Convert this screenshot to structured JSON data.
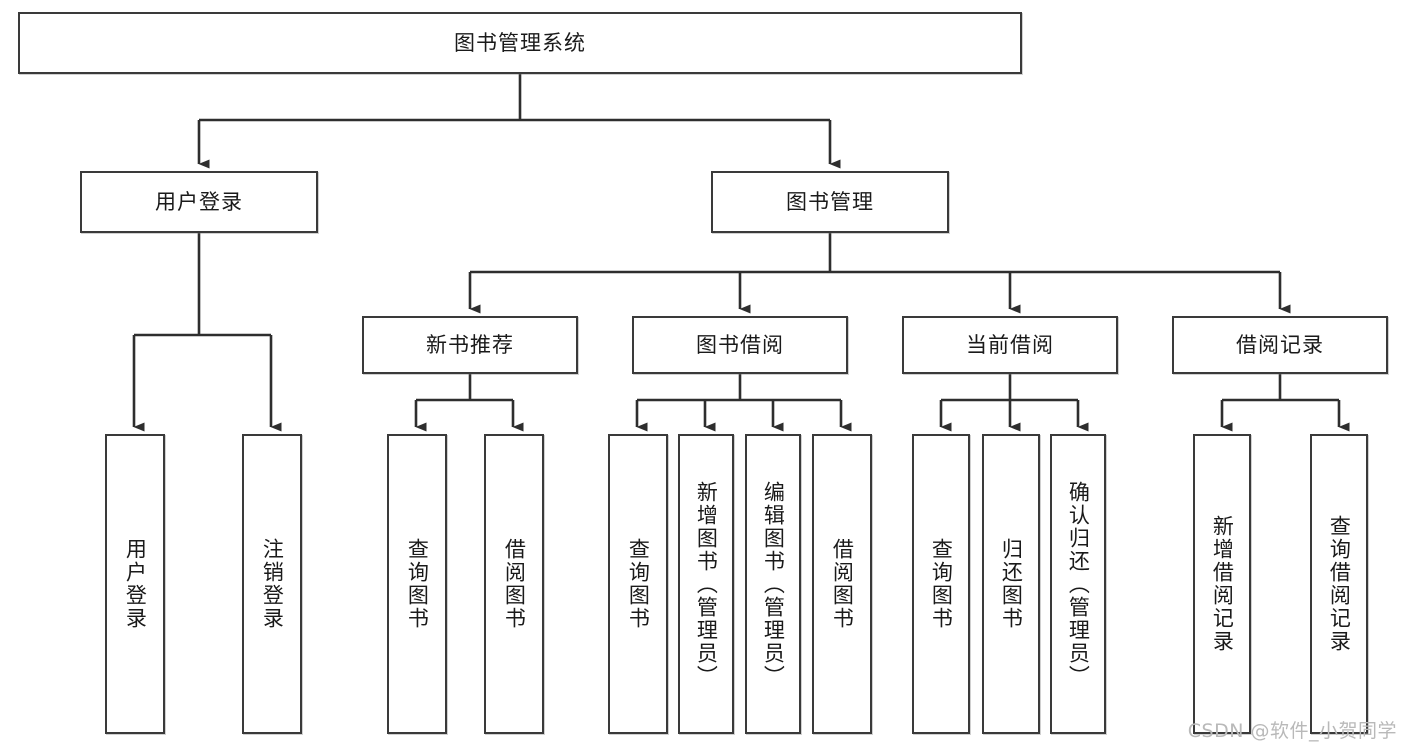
{
  "diagram": {
    "type": "tree-hierarchy",
    "title": "图书管理系统",
    "orientation": "top-down",
    "watermark": "CSDN @软件_小贺同学",
    "colors": {
      "box_border": "#3a3a3a",
      "box_fill": "#ffffff",
      "connector": "#2e2e2e",
      "text": "#1a1a1a",
      "watermark": "#b9b9b9"
    },
    "levels": {
      "root": {
        "label": "图书管理系统"
      },
      "level2": [
        {
          "label": "用户登录"
        },
        {
          "label": "图书管理"
        }
      ],
      "level3": [
        {
          "label": "新书推荐"
        },
        {
          "label": "图书借阅"
        },
        {
          "label": "当前借阅"
        },
        {
          "label": "借阅记录"
        }
      ],
      "leaves": {
        "user_login": [
          {
            "label": "用户登录"
          },
          {
            "label": "注销登录"
          }
        ],
        "new_book_recommend": [
          {
            "label": "查询图书"
          },
          {
            "label": "借阅图书"
          }
        ],
        "book_borrow": [
          {
            "label": "查询图书"
          },
          {
            "label": "新增图书（管理员）"
          },
          {
            "label": "编辑图书（管理员）"
          },
          {
            "label": "借阅图书"
          }
        ],
        "current_borrow": [
          {
            "label": "查询图书"
          },
          {
            "label": "归还图书"
          },
          {
            "label": "确认归还（管理员）"
          }
        ],
        "borrow_record": [
          {
            "label": "新增借阅记录"
          },
          {
            "label": "查询借阅记录"
          }
        ]
      }
    }
  }
}
